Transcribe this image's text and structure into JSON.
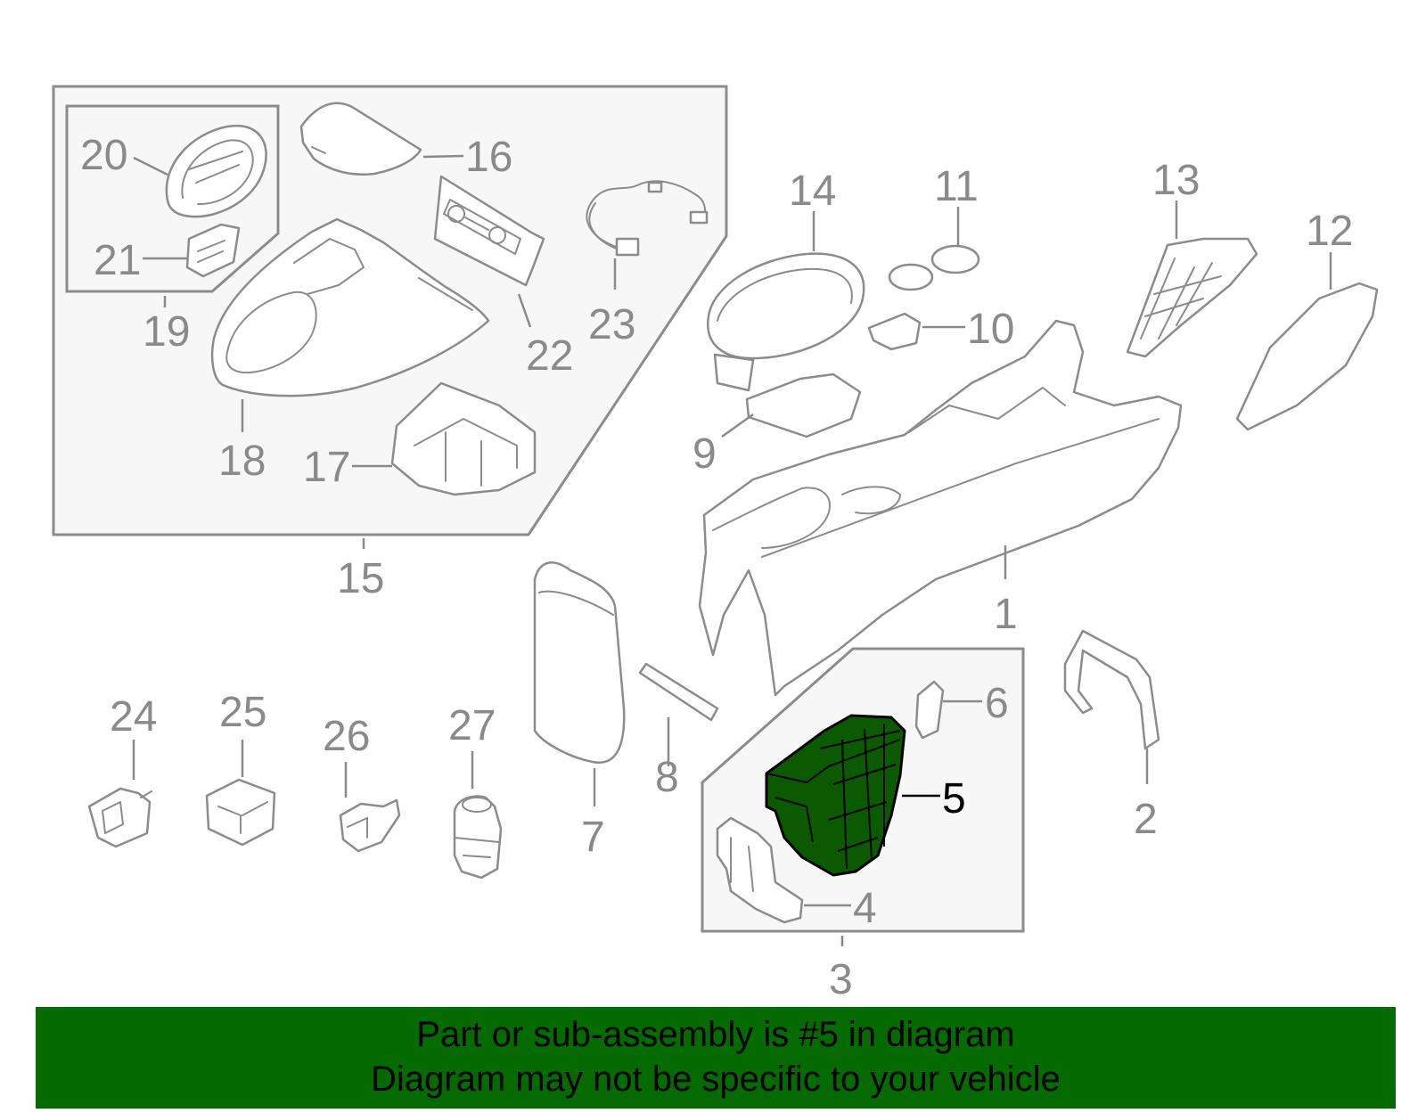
{
  "callouts": {
    "c1": "1",
    "c2": "2",
    "c3": "3",
    "c4": "4",
    "c5": "5",
    "c6": "6",
    "c7": "7",
    "c8": "8",
    "c9": "9",
    "c10": "10",
    "c11": "11",
    "c12": "12",
    "c13": "13",
    "c14": "14",
    "c15": "15",
    "c16": "16",
    "c17": "17",
    "c18": "18",
    "c19": "19",
    "c20": "20",
    "c21": "21",
    "c22": "22",
    "c23": "23",
    "c24": "24",
    "c25": "25",
    "c26": "26",
    "c27": "27"
  },
  "highlight": {
    "part_number": "5",
    "fill_color": "#0b5a00",
    "outline_color": "#000000"
  },
  "colors": {
    "line_art": "#8c8c8c",
    "banner_bg": "#056b00",
    "banner_text": "#000000"
  },
  "banner": {
    "line1": "Part or sub-assembly is #5 in diagram",
    "line2": "Diagram may not be specific to your vehicle"
  }
}
